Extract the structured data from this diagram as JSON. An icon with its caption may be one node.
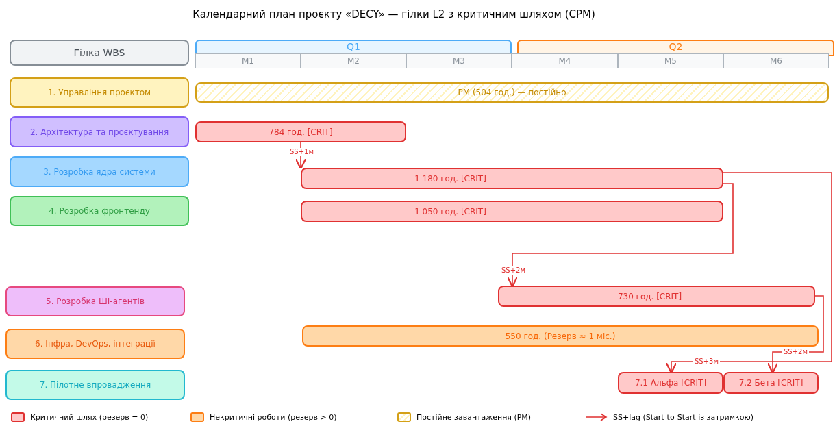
{
  "diagram": {
    "title": "Календарний план проєкту «DECY» — гілки L2 з критичним шляхом (CPM)",
    "nodes": [
      {
        "text": [
          "Гілка WBS"
        ]
      },
      {
        "text": [
          "Q1"
        ]
      },
      {
        "text": [
          "Q2"
        ]
      },
      {
        "text": [
          "M1"
        ]
      },
      {
        "text": [
          "M2"
        ]
      },
      {
        "text": [
          "M3"
        ]
      },
      {
        "text": [
          "M4"
        ]
      },
      {
        "text": [
          "M5"
        ]
      },
      {
        "text": [
          "M6"
        ]
      },
      {
        "text": [
          "1. Управління проєктом"
        ]
      },
      {
        "text": [
          "2. Архітектура та проєктування"
        ]
      },
      {
        "text": [
          "3. Розробка ядра системи"
        ]
      },
      {
        "text": [
          "4. Розробка фронтенду"
        ]
      },
      {
        "text": [
          "5. Розробка ШІ-агентів"
        ]
      },
      {
        "text": [
          "6. Інфра, DevOps, інтеграції"
        ]
      },
      {
        "text": [
          "7. Пілотне впровадження"
        ]
      },
      {
        "text": [
          "PM (504 год.) — постійно"
        ]
      },
      {
        "text": [
          "784 год.  [CRIT]"
        ]
      },
      {
        "text": [
          "1 180 год.  [CRIT]"
        ]
      },
      {
        "text": [
          "1 050 год.  [CRIT]"
        ]
      },
      {
        "text": [
          "730 год.  [CRIT]"
        ]
      },
      {
        "text": [
          "550 год.  (Резерв ≈ 1 міс.)"
        ]
      },
      {
        "text": [
          "7.1 Альфа  [CRIT]"
        ]
      },
      {
        "text": [
          "7.2 Бета  [CRIT]"
        ]
      }
    ],
    "edges": [
      {
        "from": 17,
        "to": 18,
        "arrow": "to",
        "label": "SS+1м"
      },
      {
        "from": 18,
        "to": 20,
        "arrow": "to",
        "label": "SS+2м"
      },
      {
        "from": 18,
        "to": 22,
        "arrow": "to",
        "label": "SS+3м"
      },
      {
        "from": 20,
        "to": 23,
        "arrow": "to",
        "label": "SS+2м"
      }
    ],
    "legend": [
      {
        "text": "Критичний шлях (резерв = 0)",
        "color": "#ffc9c9"
      },
      {
        "text": "Некритичні роботи (резерв > 0)",
        "color": "#ffd8a8"
      },
      {
        "text": "Постійне завантаження (PM)"
      },
      {
        "text": "SS+lag (Start-to-Start із затримкою)"
      }
    ]
  }
}
